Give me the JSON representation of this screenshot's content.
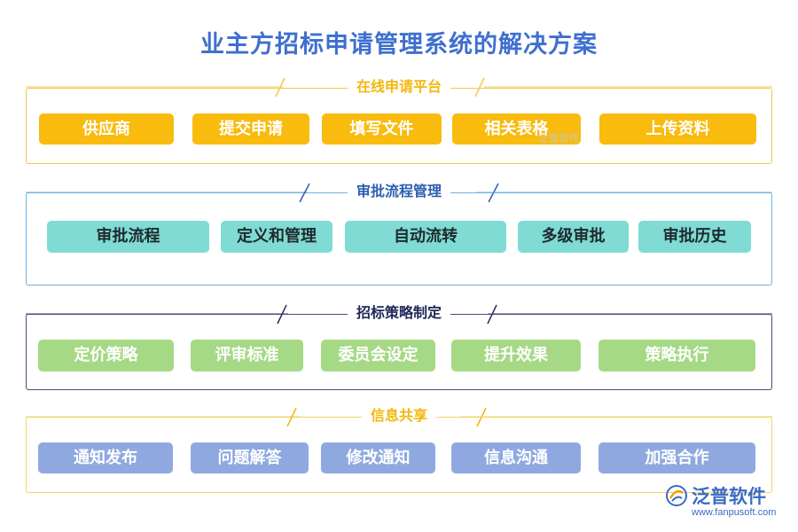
{
  "title": "业主方招标申请管理系统的解决方案",
  "colors": {
    "title": "#3f6fcf",
    "section1": "#f8bb0e",
    "section2": "#7fdbd3",
    "section3": "#a6d986",
    "section4": "#8fa9e0"
  },
  "sections": [
    {
      "heading": "在线申请平台",
      "items": [
        "供应商",
        "提交申请",
        "填写文件",
        "相关表格",
        "上传资料"
      ]
    },
    {
      "heading": "审批流程管理",
      "items": [
        "审批流程",
        "定义和管理",
        "自动流转",
        "多级审批",
        "审批历史"
      ]
    },
    {
      "heading": "招标策略制定",
      "items": [
        "定价策略",
        "评审标准",
        "委员会设定",
        "提升效果",
        "策略执行"
      ]
    },
    {
      "heading": "信息共享",
      "items": [
        "通知发布",
        "问题解答",
        "修改通知",
        "信息沟通",
        "加强合作"
      ]
    }
  ],
  "watermark": {
    "mid_text": "泛普软件",
    "brand_name": "泛普软件",
    "brand_url": "www.fanpusoft.com"
  }
}
